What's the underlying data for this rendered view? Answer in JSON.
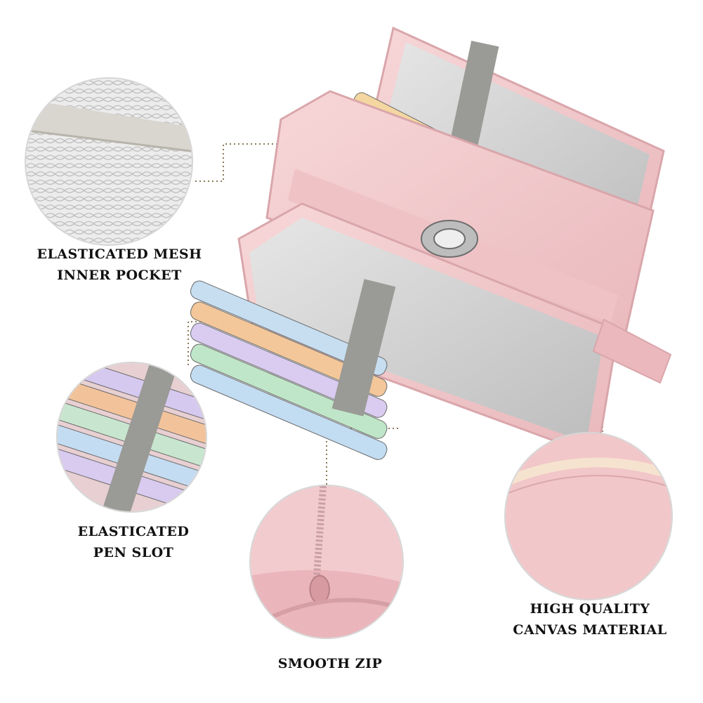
{
  "callouts": {
    "mesh": {
      "line1": "ELASTICATED MESH",
      "line2": "INNER POCKET"
    },
    "pen_slot": {
      "line1": "ELASTICATED",
      "line2": "PEN SLOT"
    },
    "zip": {
      "line1": "SMOOTH ZIP"
    },
    "canvas": {
      "line1": "HIGH QUALITY",
      "line2": "CANVAS MATERIAL"
    }
  },
  "colors": {
    "pink": "#f2c9cc",
    "pink_dark": "#e3aeb3",
    "grey_lining": "#c9c9c9",
    "elastic": "#9a9a96",
    "leader": "#8a7a55"
  },
  "icons": [
    "pencil-case-image",
    "mesh-detail-image",
    "pen-slot-detail-image",
    "zip-detail-image",
    "canvas-detail-image"
  ]
}
